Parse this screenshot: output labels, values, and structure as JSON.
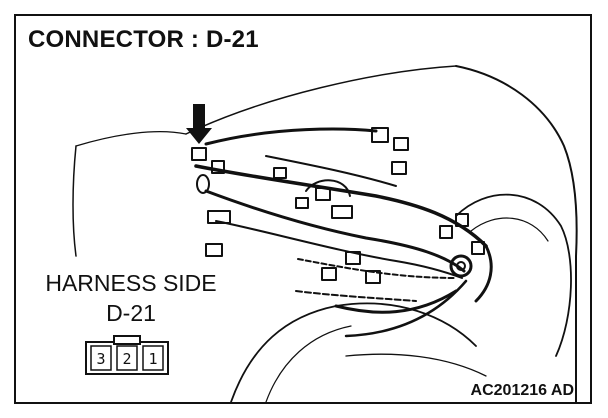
{
  "diagram": {
    "title": "CONNECTOR : D-21",
    "harness_side_label": "HARNESS SIDE",
    "connector_label": "D-21",
    "pins": [
      "3",
      "2",
      "1"
    ],
    "figure_code": "AC201216 AD"
  },
  "icons": {
    "pointer": "arrow-down-icon"
  },
  "colors": {
    "ink": "#111111",
    "background": "#ffffff"
  }
}
